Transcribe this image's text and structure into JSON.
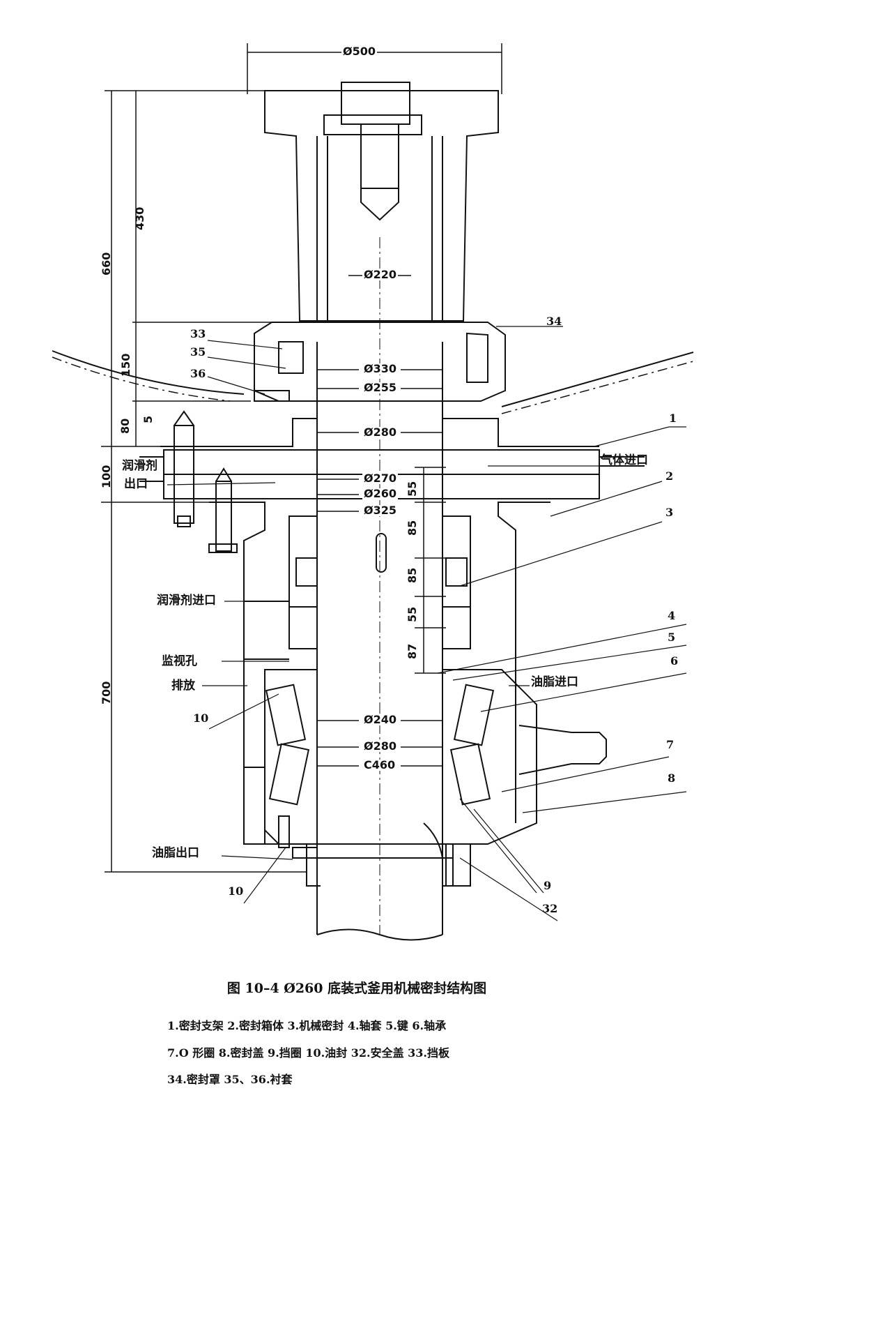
{
  "caption": "图 10–4   Ø260 底装式釜用机械密封结构图",
  "legend": [
    "1.密封支架   2.密封箱体   3.机械密封   4.轴套   5.键   6.轴承",
    "7.O 形圈    8.密封盖   9.挡圈   10.油封   32.安全盖   33.挡板",
    "34.密封罩    35、36.衬套"
  ],
  "dimensions": {
    "d500": "Ø500",
    "d220": "Ø220",
    "d330": "Ø330",
    "d255": "Ø255",
    "d280a": "Ø280",
    "d270": "Ø270",
    "d260": "Ø260",
    "d325": "Ø325",
    "d240": "Ø240",
    "d280b": "Ø280",
    "d460": "C460",
    "v430": "430",
    "v660": "660",
    "v150": "150",
    "v5": "5",
    "v80": "80",
    "v100": "100",
    "v700": "700",
    "v55a": "55",
    "v85a": "85",
    "v85b": "85",
    "v55b": "55",
    "v87": "87"
  },
  "ports": {
    "lub_out_1": "润滑剂",
    "lub_out_2": "出口",
    "gas_in": "气体进口",
    "lub_in": "润滑剂进口",
    "sight": "监视孔",
    "drain": "排放",
    "grease_in": "油脂进口",
    "grease_out": "油脂出口"
  },
  "part_numbers": {
    "p1": "1",
    "p2": "2",
    "p3": "3",
    "p4": "4",
    "p5": "5",
    "p6": "6",
    "p7": "7",
    "p8": "8",
    "p9": "9",
    "p10a": "10",
    "p10b": "10",
    "p32": "32",
    "p33": "33",
    "p34": "34",
    "p35": "35",
    "p36": "36"
  }
}
